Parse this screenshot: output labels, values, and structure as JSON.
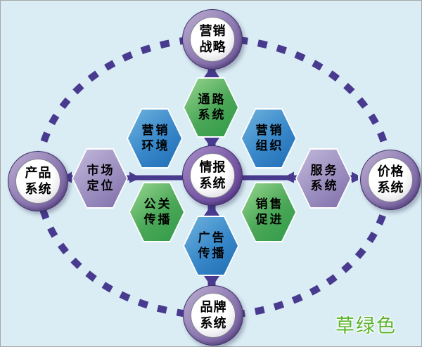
{
  "colors": {
    "background": "#daecf4",
    "dash_indigo": "#483a8f",
    "hex_green": "#2f9b49",
    "hex_blue": "#1f6cb4",
    "hex_purple": "#7e6fa8",
    "circle_ring_purple": "#6b5396",
    "caption_green": "#58b42c"
  },
  "circles": [
    {
      "id": "top",
      "label": "营销战略",
      "line1": "营销",
      "line2": "战略"
    },
    {
      "id": "left",
      "label": "产品系统",
      "line1": "产品",
      "line2": "系统"
    },
    {
      "id": "center",
      "label": "情报系统",
      "line1": "情报",
      "line2": "系统"
    },
    {
      "id": "right",
      "label": "价格系统",
      "line1": "价格",
      "line2": "系统"
    },
    {
      "id": "bottom",
      "label": "品牌系统",
      "line1": "品牌",
      "line2": "系统"
    }
  ],
  "hexagons": [
    {
      "id": "channel-system",
      "label": "通路系统",
      "line1": "通路",
      "line2": "系统",
      "color": "green"
    },
    {
      "id": "marketing-environment",
      "label": "营销环境",
      "line1": "营销",
      "line2": "环境",
      "color": "blue"
    },
    {
      "id": "marketing-organization",
      "label": "营销组织",
      "line1": "营销",
      "line2": "组织",
      "color": "blue"
    },
    {
      "id": "market-positioning",
      "label": "市场定位",
      "line1": "市场",
      "line2": "定位",
      "color": "purple"
    },
    {
      "id": "service-system",
      "label": "服务系统",
      "line1": "服务",
      "line2": "系统",
      "color": "purple"
    },
    {
      "id": "public-relations",
      "label": "公关传播",
      "line1": "公关",
      "line2": "传播",
      "color": "green"
    },
    {
      "id": "sales-promotion",
      "label": "销售促进",
      "line1": "销售",
      "line2": "促进",
      "color": "green"
    },
    {
      "id": "advertising",
      "label": "广告传播",
      "line1": "广告",
      "line2": "传播",
      "color": "blue"
    }
  ],
  "caption": {
    "text": "草绿色"
  }
}
